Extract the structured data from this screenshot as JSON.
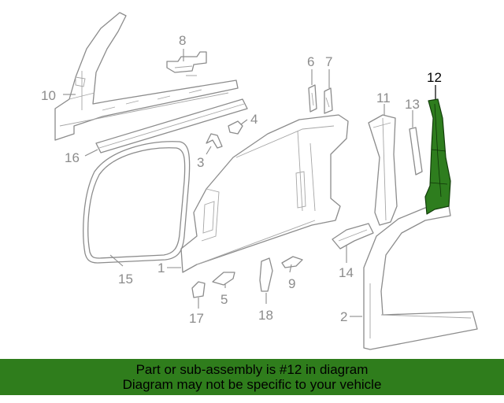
{
  "callouts": {
    "c1": "1",
    "c2": "2",
    "c3": "3",
    "c4": "4",
    "c5": "5",
    "c6": "6",
    "c7": "7",
    "c8": "8",
    "c9": "9",
    "c10": "10",
    "c11": "11",
    "c12": "12",
    "c13": "13",
    "c14": "14",
    "c15": "15",
    "c16": "16",
    "c17": "17",
    "c18": "18"
  },
  "highlighted_part": "12",
  "colors": {
    "highlight": "#2e7d1e",
    "banner": "#2f7d1c",
    "lines": "#8c8c8c"
  },
  "banner": {
    "line1": "Part or sub-assembly is #12 in diagram",
    "line2": "Diagram may not be specific to your vehicle"
  }
}
